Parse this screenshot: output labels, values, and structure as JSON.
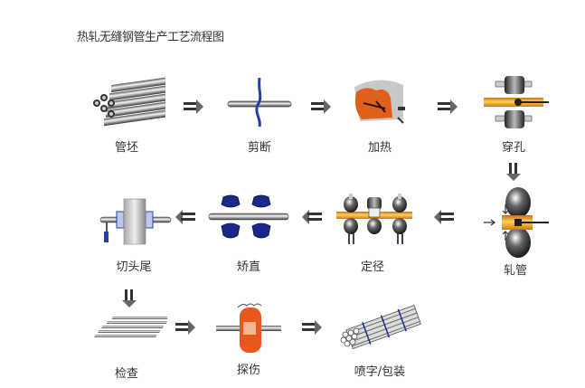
{
  "title": "热轧无缝钢管生产工艺流程图",
  "steps": [
    {
      "id": "billet",
      "label": "管坯",
      "icon": "pipe-bundle-icon"
    },
    {
      "id": "cutting",
      "label": "剪断",
      "icon": "shear-cut-icon"
    },
    {
      "id": "heating",
      "label": "加热",
      "icon": "furnace-icon"
    },
    {
      "id": "piercing",
      "label": "穿孔",
      "icon": "piercing-rolls-icon"
    },
    {
      "id": "rolling",
      "label": "轧管",
      "icon": "rolling-mill-icon"
    },
    {
      "id": "sizing",
      "label": "定径",
      "icon": "sizing-mill-icon"
    },
    {
      "id": "straightening",
      "label": "矫直",
      "icon": "straightener-icon"
    },
    {
      "id": "cropping",
      "label": "切头尾",
      "icon": "end-cutter-icon"
    },
    {
      "id": "inspection",
      "label": "检查",
      "icon": "pipes-inspection-icon"
    },
    {
      "id": "flaw_detection",
      "label": "探伤",
      "icon": "flaw-detector-icon"
    },
    {
      "id": "marking_packing",
      "label": "喷字/包装",
      "icon": "packed-bundle-icon"
    }
  ],
  "arrows": {
    "right": "⇒",
    "left": "⇐",
    "down": "⇓"
  },
  "colors": {
    "steel": "#9a9a9a",
    "steel_dark": "#3a3a3a",
    "hot_orange": "#f0a020",
    "furnace_orange": "#e0601a",
    "roller_blue": "#1a2a8a",
    "detector_orange": "#e8581c",
    "cutter_blue": "#2040b0"
  }
}
